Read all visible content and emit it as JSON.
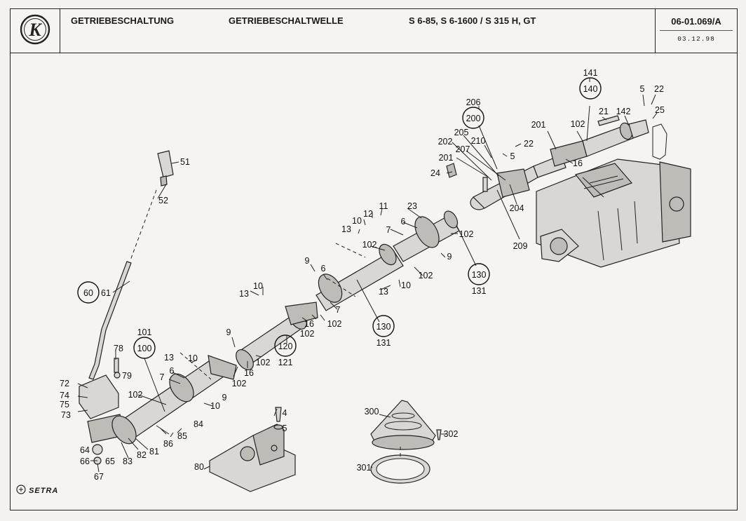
{
  "header": {
    "section": "GETRIEBESCHALTUNG",
    "subsection": "GETRIEBESCHALTWELLE",
    "models": "S 6-85, S 6-1600 / S 315 H, GT",
    "doc_number": "06-01.069/A",
    "date": "03.12.98",
    "logo_letter": "K"
  },
  "footer": {
    "brand": "SETRA"
  },
  "callouts": {
    "c51": "51",
    "c52": "52",
    "c60": "60",
    "c61": "61",
    "c72": "72",
    "c74": "74",
    "c75": "75",
    "c73": "73",
    "c78": "78",
    "c79": "79",
    "c101": "101",
    "c100": "100",
    "c102a": "102",
    "c13a": "13",
    "c10a": "10",
    "c7a": "7",
    "c6a": "6",
    "c102b": "102",
    "c9a": "9",
    "c10b": "10",
    "c84": "84",
    "c85": "85",
    "c86": "86",
    "c81": "81",
    "c82": "82",
    "c83": "83",
    "c64": "64",
    "c66": "66",
    "c65": "65",
    "c67": "67",
    "c80": "80",
    "c4": "4",
    "c5a": "5",
    "c9b": "9",
    "c102c": "102",
    "c16a": "16",
    "c120": "120",
    "c121": "121",
    "c102d": "102",
    "c13b": "13",
    "c10c": "10",
    "c16b": "16",
    "c102e": "102",
    "c102f": "102",
    "c7b": "7",
    "c130a": "130",
    "c131a": "131",
    "c9c": "9",
    "c6b": "6",
    "c13c": "13",
    "c10d": "10",
    "c12": "12",
    "c11": "11",
    "c102g": "102",
    "c23": "23",
    "c6c": "6",
    "c7c": "7",
    "c102h": "102",
    "c9d": "9",
    "c102i": "102",
    "c13d": "13",
    "c10e": "10",
    "c130b": "130",
    "c131b": "131",
    "c206": "206",
    "c200": "200",
    "c205": "205",
    "c202": "202",
    "c210": "210",
    "c207": "207",
    "c201a": "201",
    "c24": "24",
    "c5b": "5",
    "c22a": "22",
    "c204": "204",
    "c209": "209",
    "c201b": "201",
    "c16c": "16",
    "c102j": "102",
    "c141": "141",
    "c140": "140",
    "c21": "21",
    "c142": "142",
    "c5c": "5",
    "c22b": "22",
    "c25": "25",
    "c300": "300",
    "c302": "302",
    "c301": "301"
  }
}
